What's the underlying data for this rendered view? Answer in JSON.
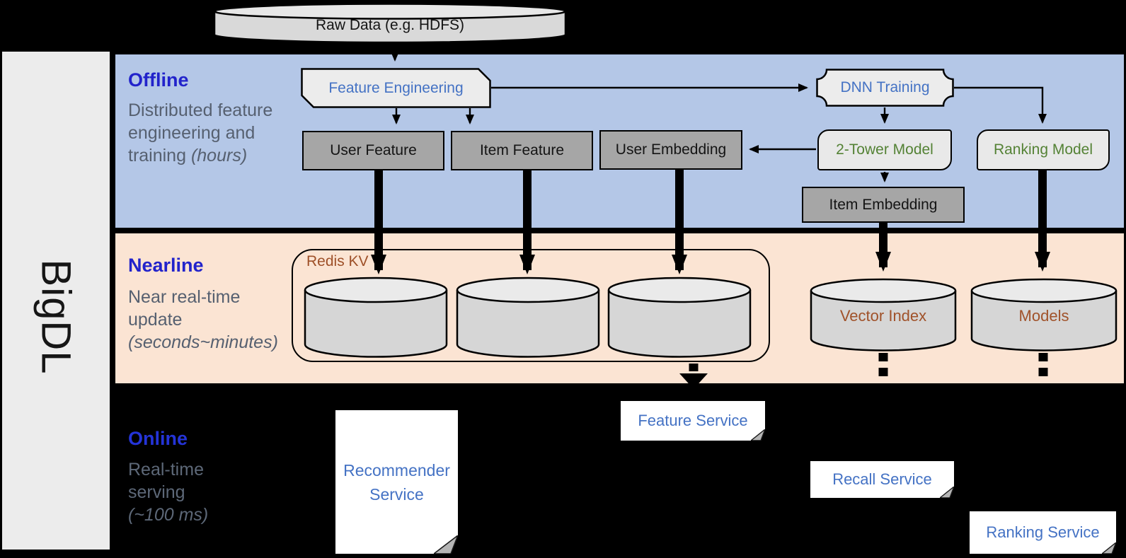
{
  "brand": {
    "label": "BigDL"
  },
  "lanes": {
    "offline": {
      "title": "Offline",
      "desc": "Distributed feature engineering and training",
      "desc_italic": "(hours)"
    },
    "nearline": {
      "title": "Nearline",
      "desc": "Near real-time update",
      "desc_italic": "(seconds~minutes)"
    },
    "online": {
      "title": "Online",
      "desc": "Real-time serving",
      "desc_italic": "(~100 ms)"
    }
  },
  "nodes": {
    "raw_data": "Raw Data (e.g. HDFS)",
    "feature_engineering": "Feature Engineering",
    "dnn_training": "DNN Training",
    "user_feature": "User Feature",
    "item_feature": "Item Feature",
    "user_embedding": "User Embedding",
    "two_tower_model": "2-Tower Model",
    "ranking_model": "Ranking Model",
    "item_embedding": "Item Embedding",
    "redis_kv": "Redis KV",
    "vector_index": "Vector Index",
    "models": "Models",
    "recommender_service": "Recommender Service",
    "feature_service": "Feature Service",
    "recall_service": "Recall Service",
    "ranking_service": "Ranking Service"
  },
  "colors": {
    "offline_band": "#b4c7e7",
    "nearline_band": "#fbe4d3",
    "background": "#000000",
    "lane_title_blue": "#2223cb",
    "node_text_blue": "#4472c4",
    "model_text_green": "#548235",
    "storage_text_brown": "#a0522a",
    "gray_box": "#a6a6a6",
    "light_shape": "#ececec",
    "cylinder_body": "#d6d6d6"
  }
}
